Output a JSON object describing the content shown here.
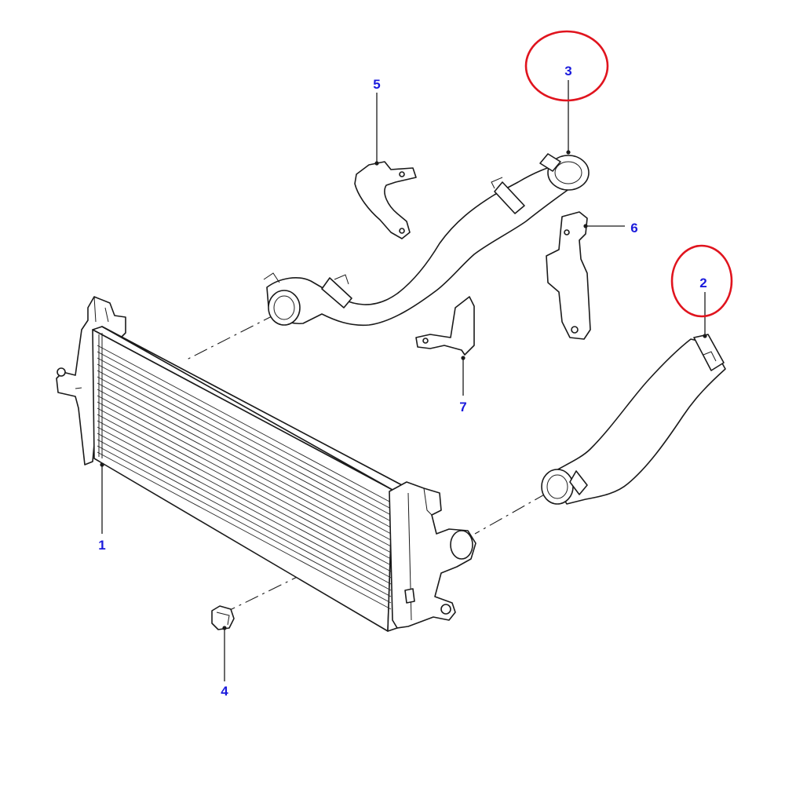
{
  "callouts": [
    {
      "id": "1",
      "label": "1"
    },
    {
      "id": "2",
      "label": "2"
    },
    {
      "id": "3",
      "label": "3"
    },
    {
      "id": "4",
      "label": "4"
    },
    {
      "id": "5",
      "label": "5"
    },
    {
      "id": "6",
      "label": "6"
    },
    {
      "id": "7",
      "label": "7"
    }
  ],
  "highlighted_callouts": [
    "2",
    "3"
  ],
  "colors": {
    "callout_text": "#1a1adc",
    "highlight_circle": "#e0141e",
    "line_art": "#1a1a1a",
    "background": "#ffffff"
  }
}
